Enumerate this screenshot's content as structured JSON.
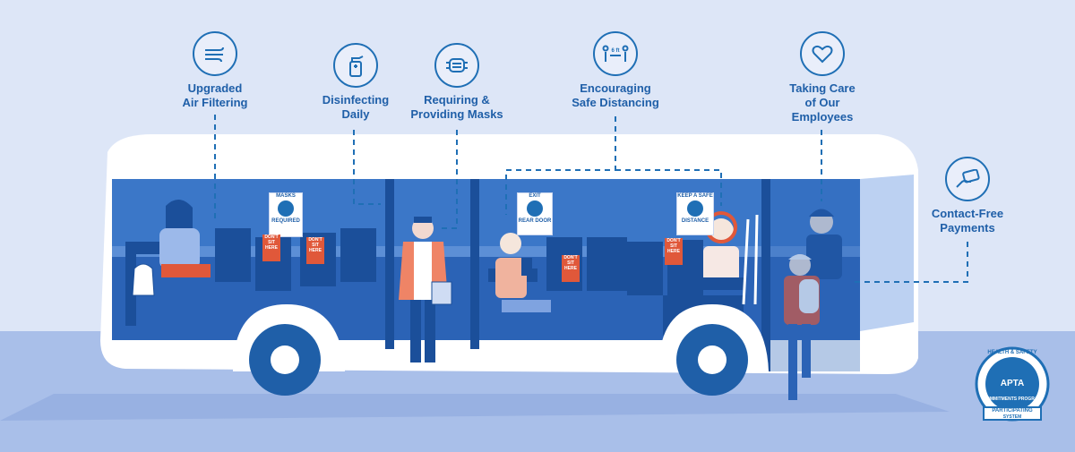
{
  "features": [
    {
      "id": "air",
      "label": "Upgraded\nAir Filtering",
      "icon": "wind-icon"
    },
    {
      "id": "disinfect",
      "label": "Disinfecting\nDaily",
      "icon": "spray-bottle-icon"
    },
    {
      "id": "masks",
      "label": "Requiring &\nProviding Masks",
      "icon": "mask-icon"
    },
    {
      "id": "distance",
      "label": "Encouraging\nSafe Distancing",
      "icon": "distance-icon"
    },
    {
      "id": "employees",
      "label": "Taking Care\nof Our\nEmployees",
      "icon": "heart-icon"
    },
    {
      "id": "payments",
      "label": "Contact-Free\nPayments",
      "icon": "card-payment-icon"
    }
  ],
  "signs": {
    "masks": {
      "top": "MASKS",
      "bottom": "REQUIRED"
    },
    "exit": {
      "top": "EXIT",
      "bottom": "REAR DOOR"
    },
    "distance": {
      "top": "KEEP A SAFE",
      "bottom": "DISTANCE"
    },
    "seat": {
      "top": "DON'T SIT",
      "bottom": "HERE"
    }
  },
  "badge": {
    "top": "HEALTH & SAFETY",
    "middle": "APTA",
    "bottom": "COMMITMENTS PROGRAM",
    "banner": "PARTICIPATING",
    "sub": "SYSTEM"
  },
  "colors": {
    "bg": "#dde6f7",
    "blue": "#1f6fb5",
    "dark": "#1b4f9a",
    "red": "#e0583a",
    "road": "#9fb6e6"
  }
}
